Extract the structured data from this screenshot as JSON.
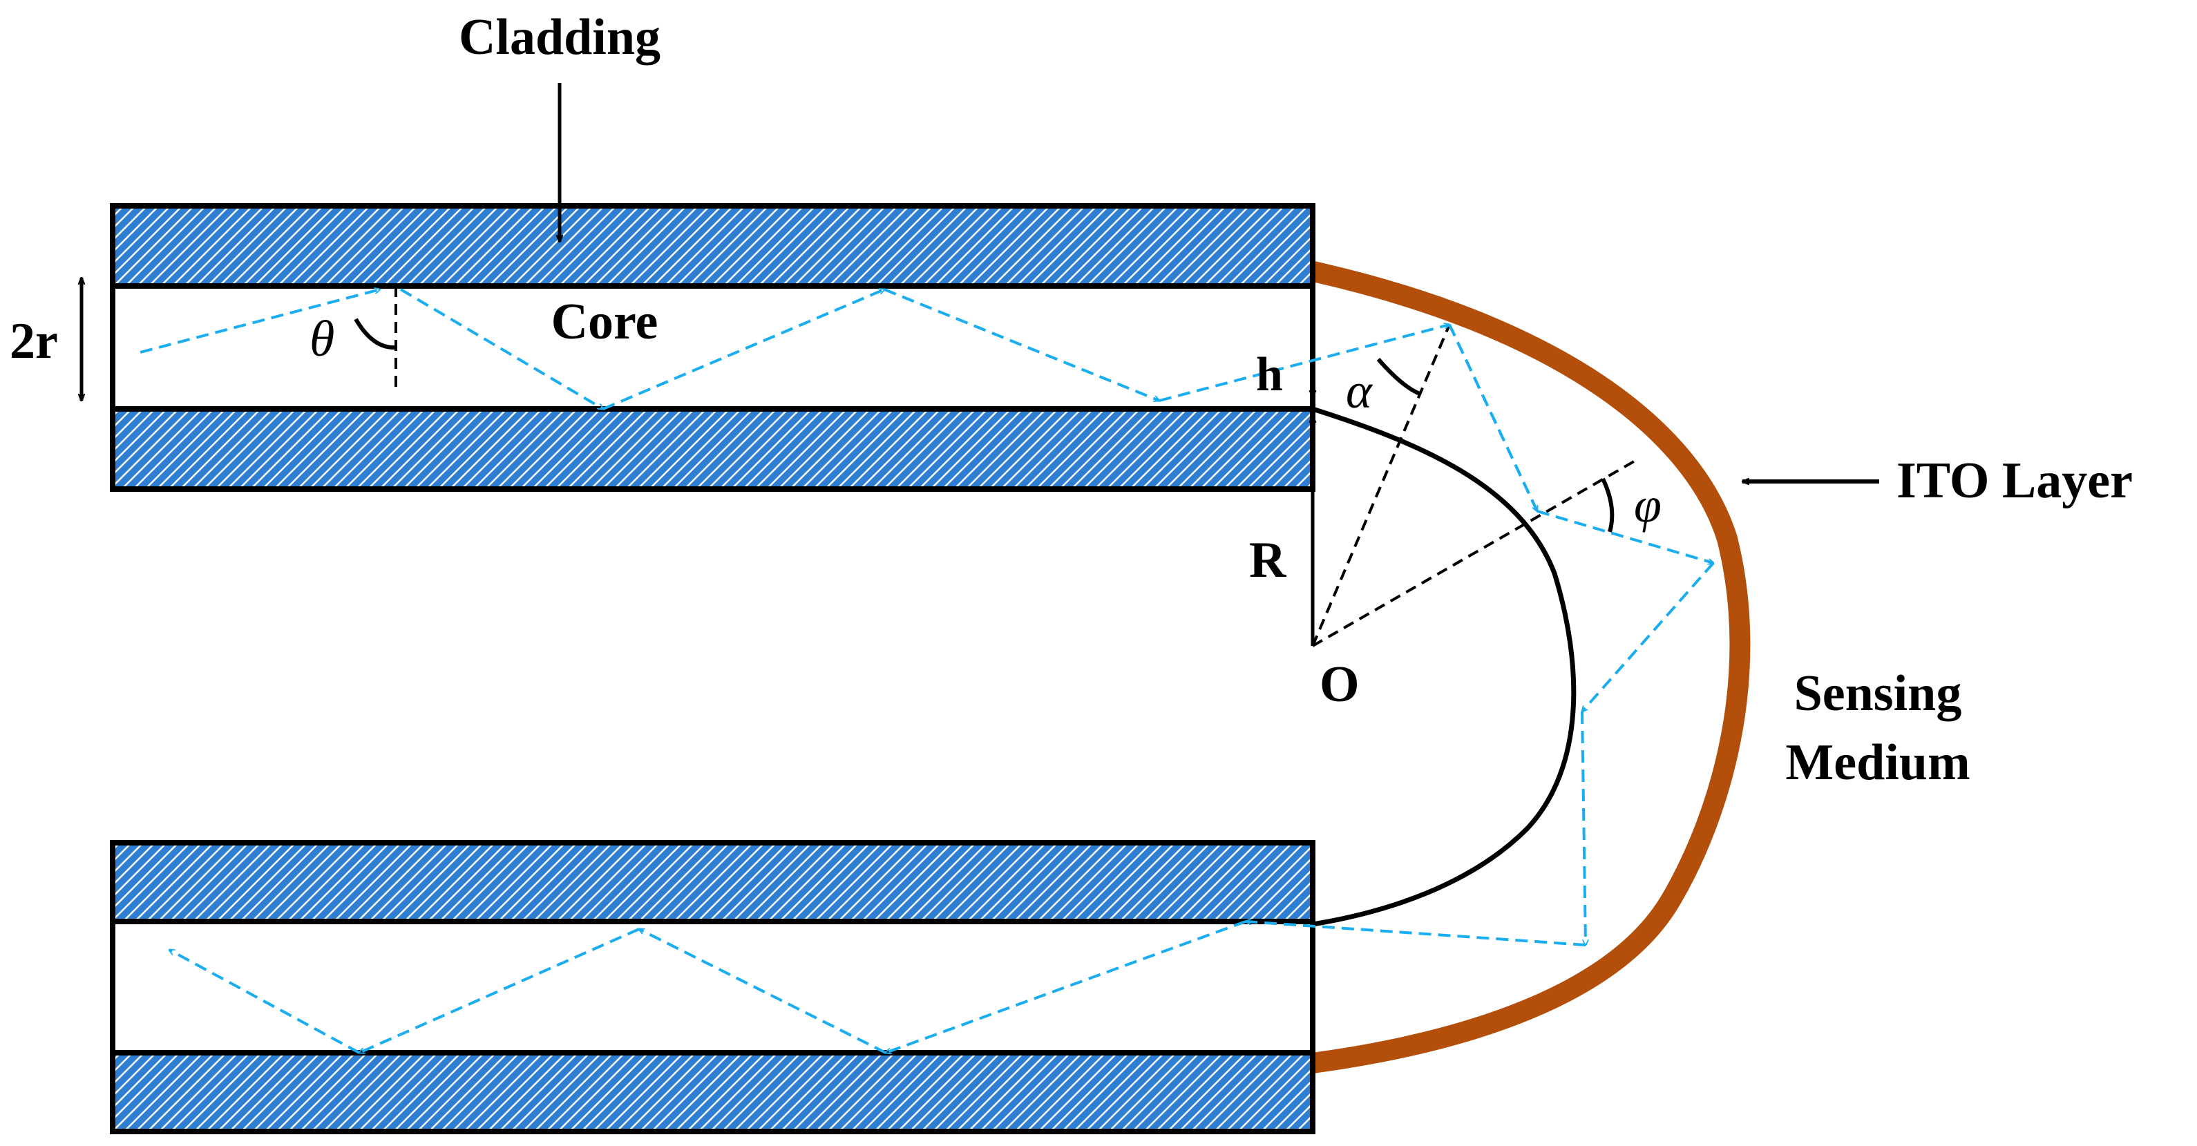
{
  "labels": {
    "cladding": "Cladding",
    "core": "Core",
    "diameter": "2r",
    "theta": "θ",
    "h": "h",
    "alpha": "α",
    "phi": "φ",
    "R": "R",
    "O": "O",
    "ito_layer": "ITO Layer",
    "sensing_line1": "Sensing",
    "sensing_line2": "Medium"
  },
  "colors": {
    "cladding_fill": "#2e7fd1",
    "cladding_hatch": "#ffffff",
    "ray": "#1aaef0",
    "ito": "#b34f0b",
    "outline": "#000000"
  }
}
